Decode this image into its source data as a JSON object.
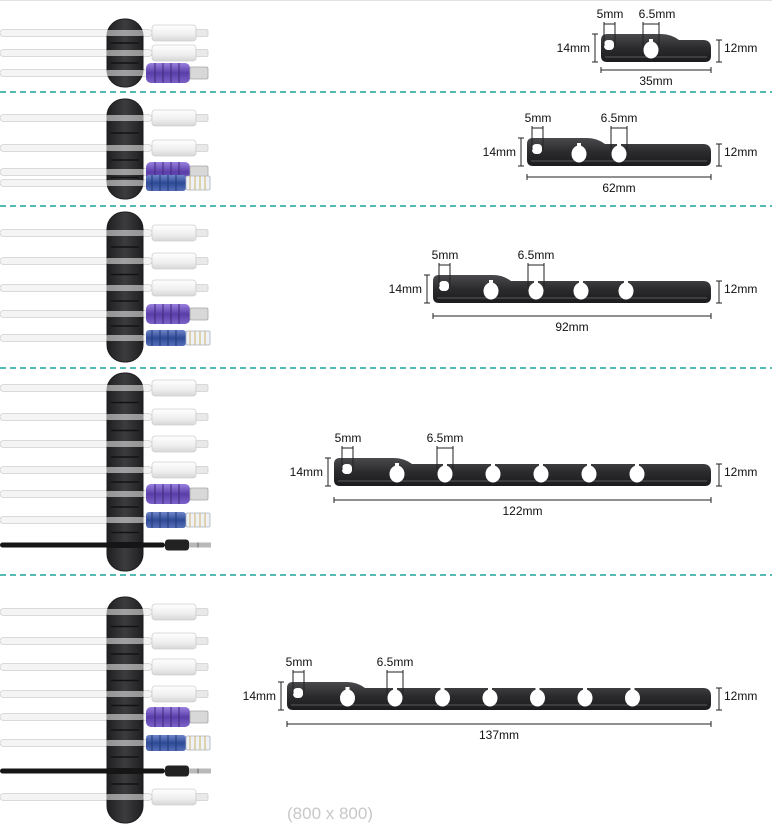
{
  "colors": {
    "divider": "#1ba39c",
    "organizer": "#2f2f31",
    "organizer_edge": "#1c1c1e",
    "cable_white": "#f4f4f4",
    "cable_outline": "#cfcfcf",
    "usb_purple": "#6a4fb8",
    "ethernet_blue": "#3f5aa6",
    "audio_black": "#151515",
    "dimension_line": "#222222"
  },
  "icons": [
    "cable-organizer-icon",
    "usb-cable-icon",
    "ethernet-cable-icon",
    "audio-cable-icon",
    "lightning-cable-icon"
  ],
  "variants": [
    {
      "slots": 2,
      "length_label": "35mm",
      "height_left_label": "14mm",
      "height_right_label": "12mm",
      "slot_width_label": "5mm",
      "hole_label": "6.5mm",
      "cables": [
        "white",
        "white",
        "usb"
      ]
    },
    {
      "slots": 3,
      "length_label": "62mm",
      "height_left_label": "14mm",
      "height_right_label": "12mm",
      "slot_width_label": "5mm",
      "hole_label": "6.5mm",
      "cables": [
        "white",
        "white",
        "usb",
        "ethernet"
      ]
    },
    {
      "slots": 5,
      "length_label": "92mm",
      "height_left_label": "14mm",
      "height_right_label": "12mm",
      "slot_width_label": "5mm",
      "hole_label": "6.5mm",
      "cables": [
        "white",
        "white",
        "white",
        "usb",
        "ethernet"
      ]
    },
    {
      "slots": 7,
      "length_label": "122mm",
      "height_left_label": "14mm",
      "height_right_label": "12mm",
      "slot_width_label": "5mm",
      "hole_label": "6.5mm",
      "cables": [
        "white",
        "white",
        "white",
        "white",
        "usb",
        "ethernet",
        "audio"
      ]
    },
    {
      "slots": 8,
      "length_label": "137mm",
      "height_left_label": "14mm",
      "height_right_label": "12mm",
      "slot_width_label": "5mm",
      "hole_label": "6.5mm",
      "cables": [
        "white",
        "white",
        "white",
        "white",
        "usb",
        "ethernet",
        "audio",
        "white"
      ]
    }
  ],
  "watermark": "(800 x 800)"
}
